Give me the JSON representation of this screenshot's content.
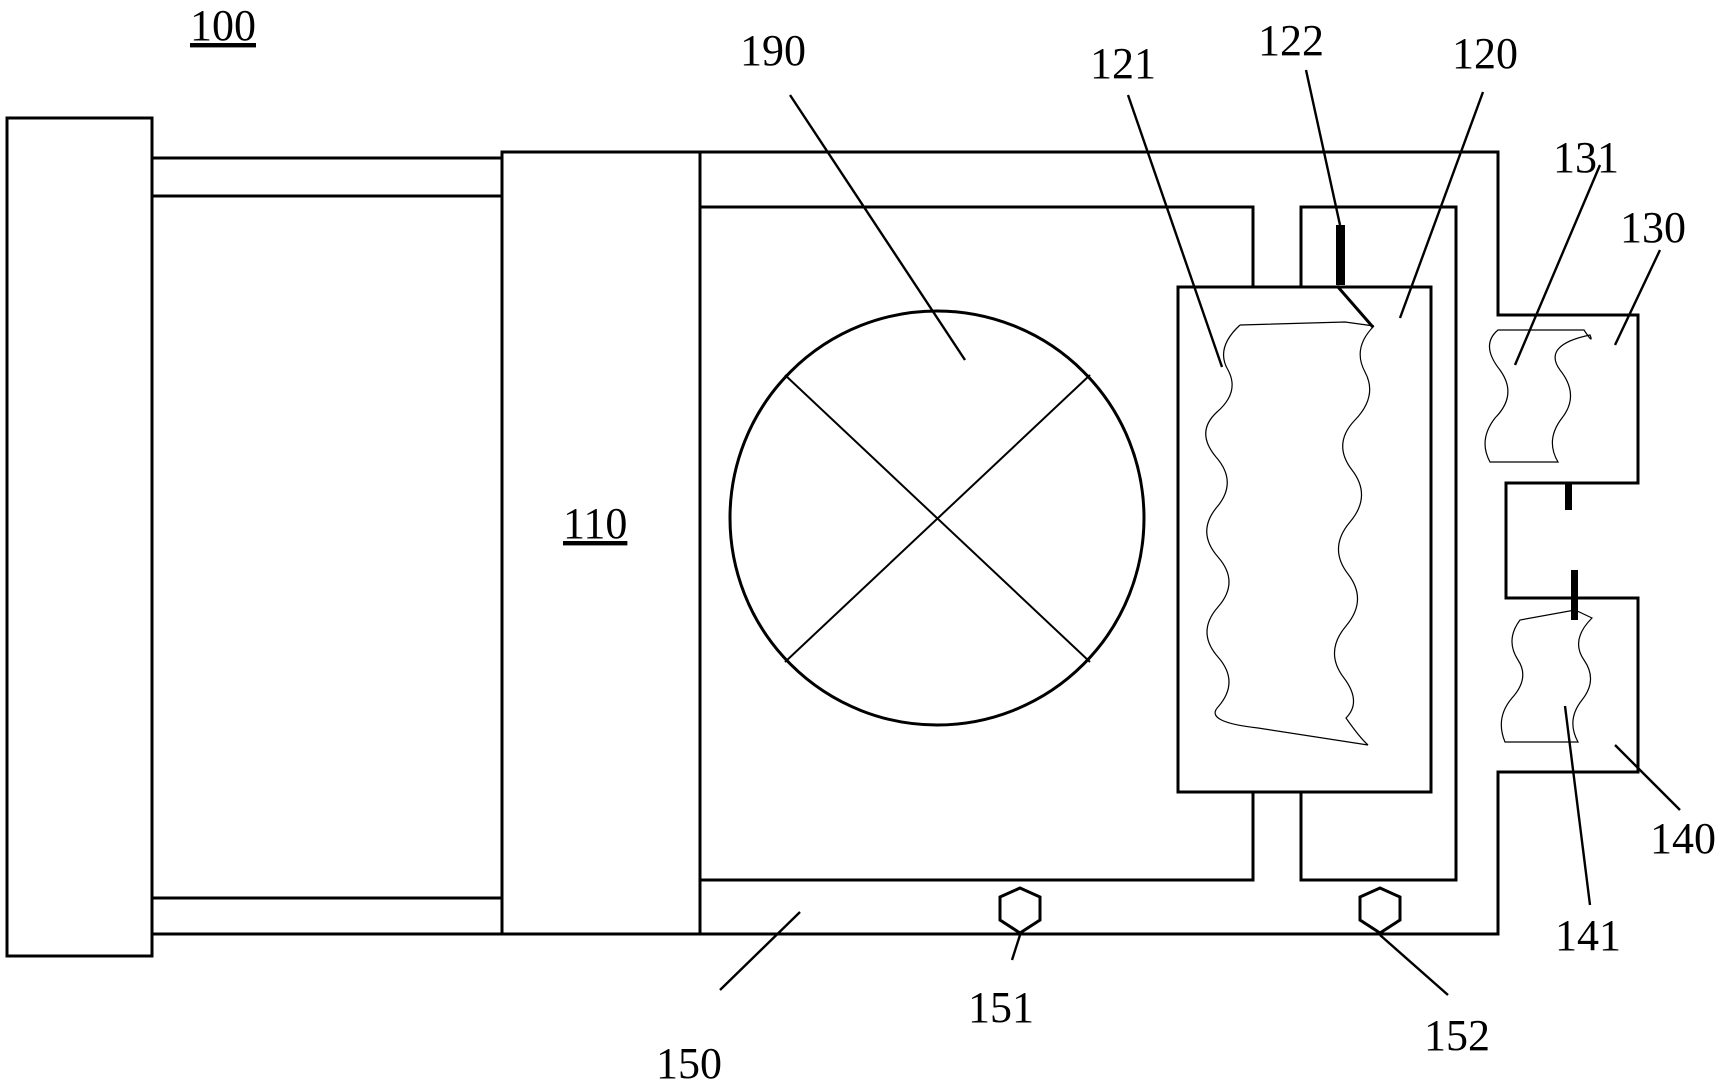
{
  "labels": {
    "l100": "100",
    "l110": "110",
    "l120": "120",
    "l121": "121",
    "l122": "122",
    "l130": "130",
    "l131": "131",
    "l140": "140",
    "l141": "141",
    "l150": "150",
    "l151": "151",
    "l152": "152",
    "l190": "190"
  }
}
